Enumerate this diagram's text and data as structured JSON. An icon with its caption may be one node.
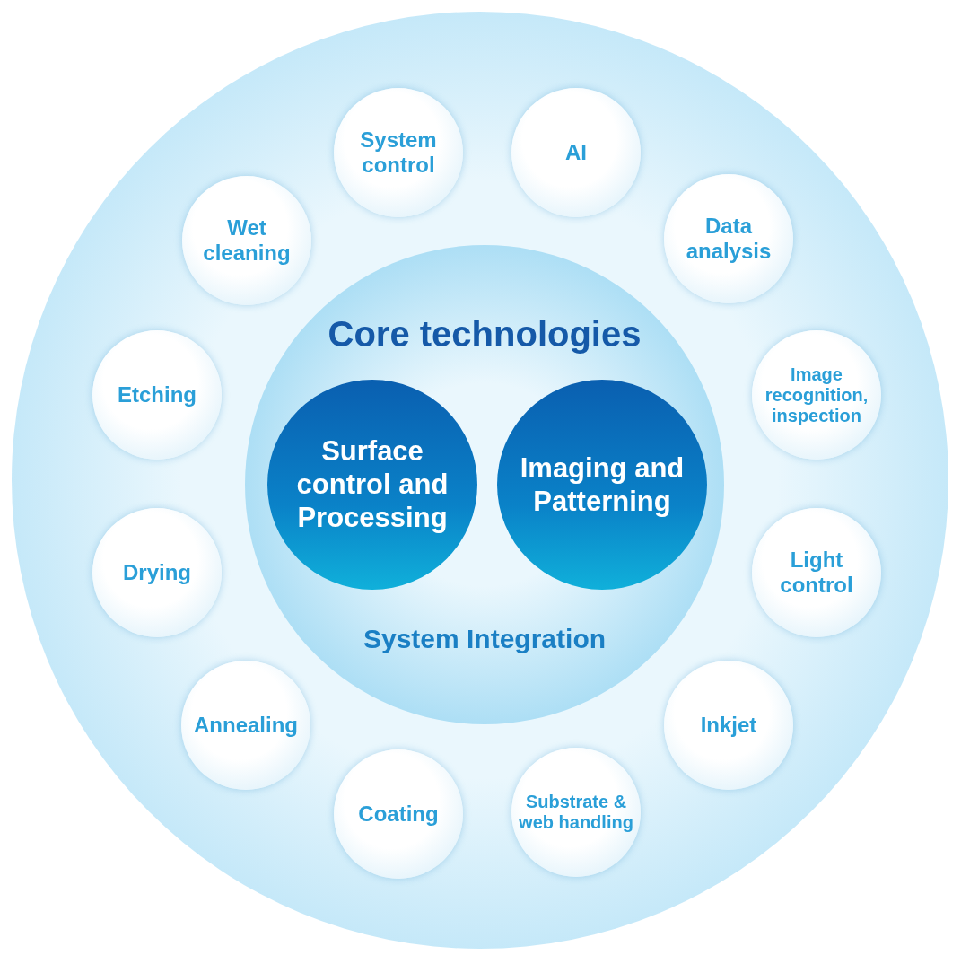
{
  "diagram": {
    "nodes": [
      {
        "text": [],
        "shape": "circle"
      },
      {
        "text": [
          "System control"
        ],
        "in": 0
      },
      {
        "text": [
          "AI"
        ],
        "in": 0
      },
      {
        "text": [
          "Data analysis"
        ],
        "in": 0
      },
      {
        "text": [
          "Image recognition, inspection"
        ],
        "in": 0
      },
      {
        "text": [
          "Light control"
        ],
        "in": 0
      },
      {
        "text": [
          "Inkjet"
        ],
        "in": 0
      },
      {
        "text": [
          "Substrate & web handling"
        ],
        "in": 0
      },
      {
        "text": [
          "Coating"
        ],
        "in": 0
      },
      {
        "text": [
          "Annealing"
        ],
        "in": 0
      },
      {
        "text": [
          "Drying"
        ],
        "in": 0
      },
      {
        "text": [
          "Etching"
        ],
        "in": 0
      },
      {
        "text": [
          "Wet cleaning"
        ],
        "in": 0
      },
      {
        "text": [
          "Core technologies",
          "System Integration"
        ],
        "in": 0
      },
      {
        "text": [
          "Surface control and Processing"
        ],
        "in": 13
      },
      {
        "text": [
          "Imaging and Patterning"
        ],
        "in": 13
      }
    ],
    "edges": []
  }
}
